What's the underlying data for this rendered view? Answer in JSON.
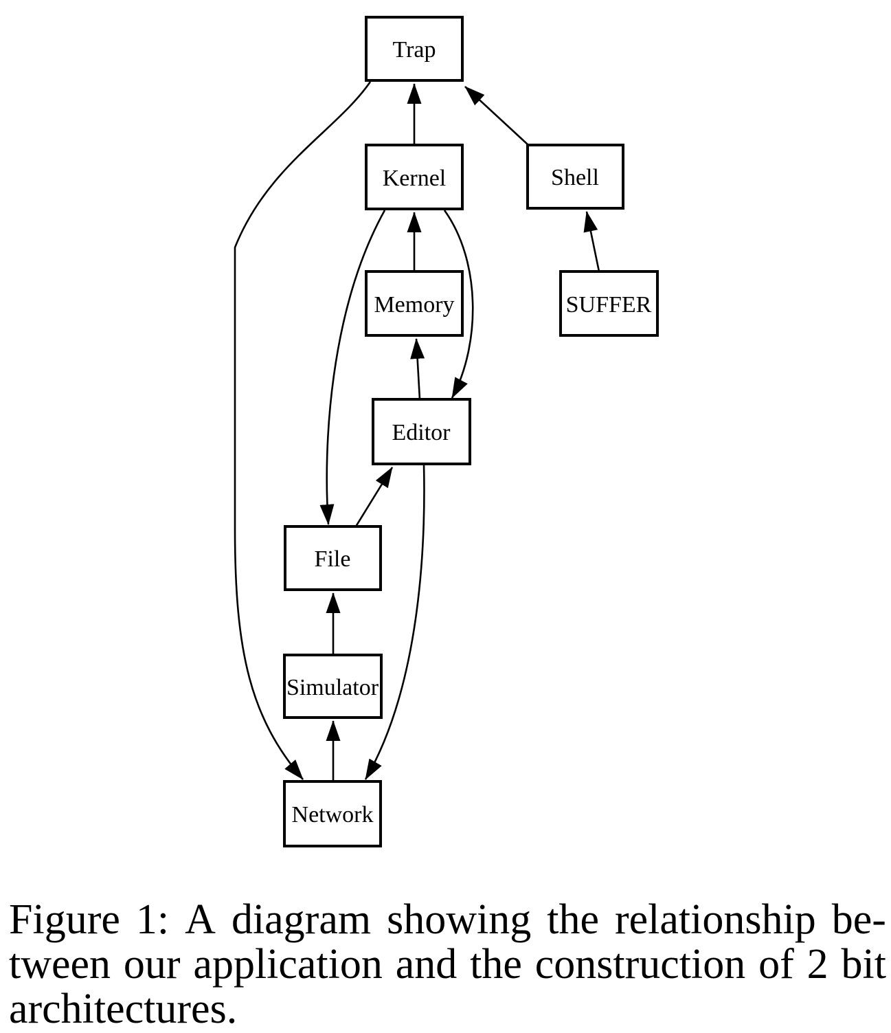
{
  "diagram": {
    "nodes": [
      {
        "id": "trap",
        "label": "Trap"
      },
      {
        "id": "kernel",
        "label": "Kernel"
      },
      {
        "id": "shell",
        "label": "Shell"
      },
      {
        "id": "memory",
        "label": "Memory"
      },
      {
        "id": "suffer",
        "label": "SUFFER"
      },
      {
        "id": "editor",
        "label": "Editor"
      },
      {
        "id": "file",
        "label": "File"
      },
      {
        "id": "simulator",
        "label": "Simulator"
      },
      {
        "id": "network",
        "label": "Network"
      }
    ],
    "edges": [
      {
        "from": "Kernel",
        "to": "Trap"
      },
      {
        "from": "Shell",
        "to": "Trap"
      },
      {
        "from": "SUFFER",
        "to": "Shell"
      },
      {
        "from": "Memory",
        "to": "Kernel"
      },
      {
        "from": "Editor",
        "to": "Memory"
      },
      {
        "from": "Kernel",
        "to": "Editor"
      },
      {
        "from": "Kernel",
        "to": "File"
      },
      {
        "from": "File",
        "to": "Editor"
      },
      {
        "from": "Simulator",
        "to": "File"
      },
      {
        "from": "Network",
        "to": "Simulator"
      },
      {
        "from": "Trap",
        "to": "Network"
      },
      {
        "from": "Editor",
        "to": "Network"
      }
    ],
    "colors": {
      "stroke": "#000000",
      "background": "#ffffff"
    }
  },
  "caption": {
    "lines": [
      "Figure 1: A diagram showing the relationship be-",
      "tween our application and the construction of 2 bit",
      "architectures."
    ],
    "full_text": "Figure 1: A diagram showing the relationship between our application and the construction of 2 bit architectures."
  }
}
